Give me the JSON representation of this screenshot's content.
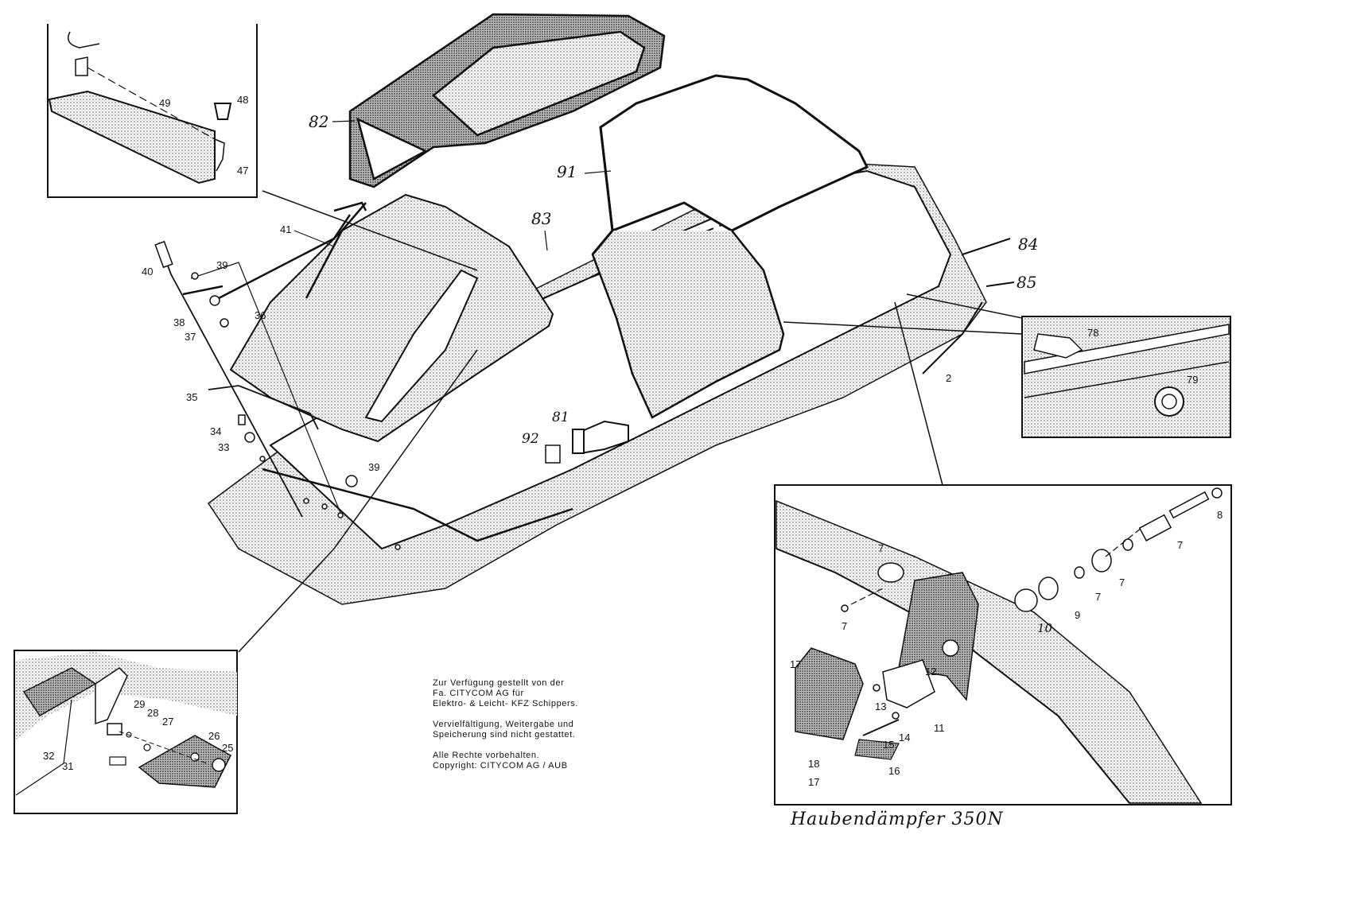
{
  "copyright": {
    "lines_1": [
      "Zur Verfügung gestellt von der",
      "Fa. CITYCOM AG für",
      "Elektro- & Leicht- KFZ Schippers."
    ],
    "lines_2": [
      "Vervielfältigung, Weitergabe und",
      "Speicherung sind nicht gestattet."
    ],
    "lines_3": [
      "Alle Rechte vorbehalten.",
      "Copyright: CITYCOM AG / AUB"
    ]
  },
  "caption": "Haubendämpfer 350N",
  "callouts": {
    "p82": "82",
    "p91": "91",
    "p83": "83",
    "p84": "84",
    "p85": "85",
    "p41": "41",
    "p40": "40",
    "p39a": "39",
    "p38": "38",
    "p37": "37",
    "p36": "36",
    "p35": "35",
    "p34": "34",
    "p33": "33",
    "p39b": "39",
    "p2": "2",
    "p92": "92",
    "p81": "81",
    "p49": "49",
    "p48": "48",
    "p47": "47",
    "p78": "78",
    "p79": "79",
    "p32": "32",
    "p31": "31",
    "p29": "29",
    "p28": "28",
    "p27": "27",
    "p26": "26",
    "p25": "25",
    "p8": "8",
    "p7a": "7",
    "p7b": "7",
    "p7c": "7",
    "p7d": "7",
    "p7e": "7",
    "p9": "9",
    "p10": "10",
    "p12": "12",
    "p13": "13",
    "p11": "11",
    "p14": "14",
    "p15": "15",
    "p16": "16",
    "p17a": "17",
    "p18": "18",
    "p17b": "17"
  },
  "colors": {
    "ink": "#111111",
    "shade": "#9a9a9a",
    "paper": "#ffffff"
  }
}
